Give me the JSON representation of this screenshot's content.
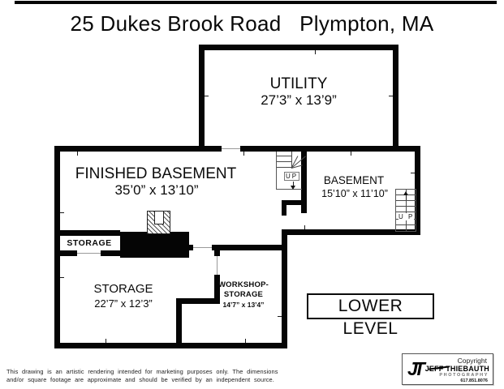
{
  "title": "25 Dukes Brook Road   Plympton, MA",
  "floor_label": "LOWER LEVEL",
  "rooms": {
    "utility": {
      "name": "UTILITY",
      "dims": "27’3” x 13’9”"
    },
    "finished_basement": {
      "name": "FINISHED BASEMENT",
      "dims": "35’0” x 13’10”"
    },
    "basement": {
      "name": "BASEMENT",
      "dims": "15’10” x 11’10”"
    },
    "storage_closet": {
      "name": "STORAGE"
    },
    "storage": {
      "name": "STORAGE",
      "dims": "22’7” x 12’3”"
    },
    "workshop": {
      "line1": "WORKSHOP-",
      "line2": "STORAGE",
      "dims": "14’7” x 13’4”"
    }
  },
  "stairs": {
    "middle_label": "UP",
    "right_label": "U P"
  },
  "disclaimer": {
    "line1": "This drawing is an artistic rendering intended for marketing purposes only.  The dimensions",
    "line2": "and/or square footage are approximate and should be verified by an independent source."
  },
  "copyright": {
    "logo": "JT",
    "label": "Copyright",
    "name": "JEFF THIEBAUTH",
    "subtitle": "PHOTOGRAPHY",
    "phone": "617.851.8076"
  },
  "colors": {
    "wall": "#050505",
    "background": "#ffffff",
    "opening_line": "#9a9a9a"
  }
}
